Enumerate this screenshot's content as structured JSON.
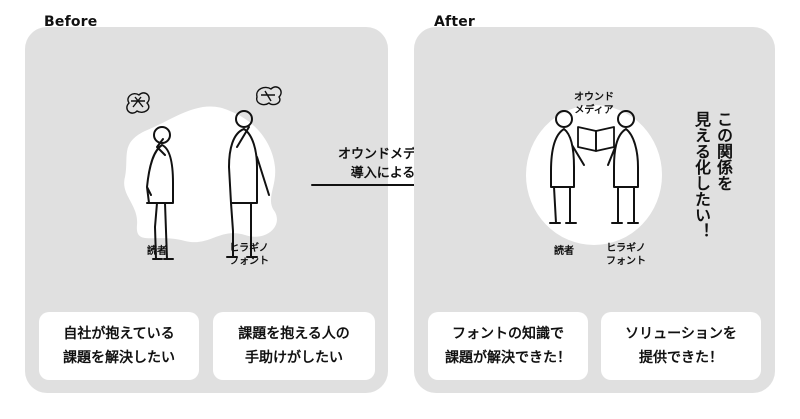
{
  "before": {
    "title": "Before",
    "reader_label": "読者",
    "font_label": [
      "ヒラギノ",
      "フォント"
    ],
    "box_reader": [
      "自社が抱えている",
      "課題を解決したい"
    ],
    "box_font": [
      "課題を抱える人の",
      "手助けがしたい"
    ]
  },
  "transition": {
    "label": [
      "オウンドメディアの",
      "導入による変化"
    ]
  },
  "after": {
    "title": "After",
    "media_label": [
      "オウンド",
      "メディア"
    ],
    "reader_label": "読者",
    "font_label": [
      "ヒラギノ",
      "フォント"
    ],
    "vertical_text": [
      "この関係を",
      "見える化したい！"
    ],
    "box_font": [
      "フォントの知識で",
      "課題が解決できた！"
    ],
    "box_solution": [
      "ソリューションを",
      "提供できた！"
    ]
  },
  "colors": {
    "panel": "#e0e0e0",
    "box": "#ffffff",
    "ink": "#111111"
  }
}
